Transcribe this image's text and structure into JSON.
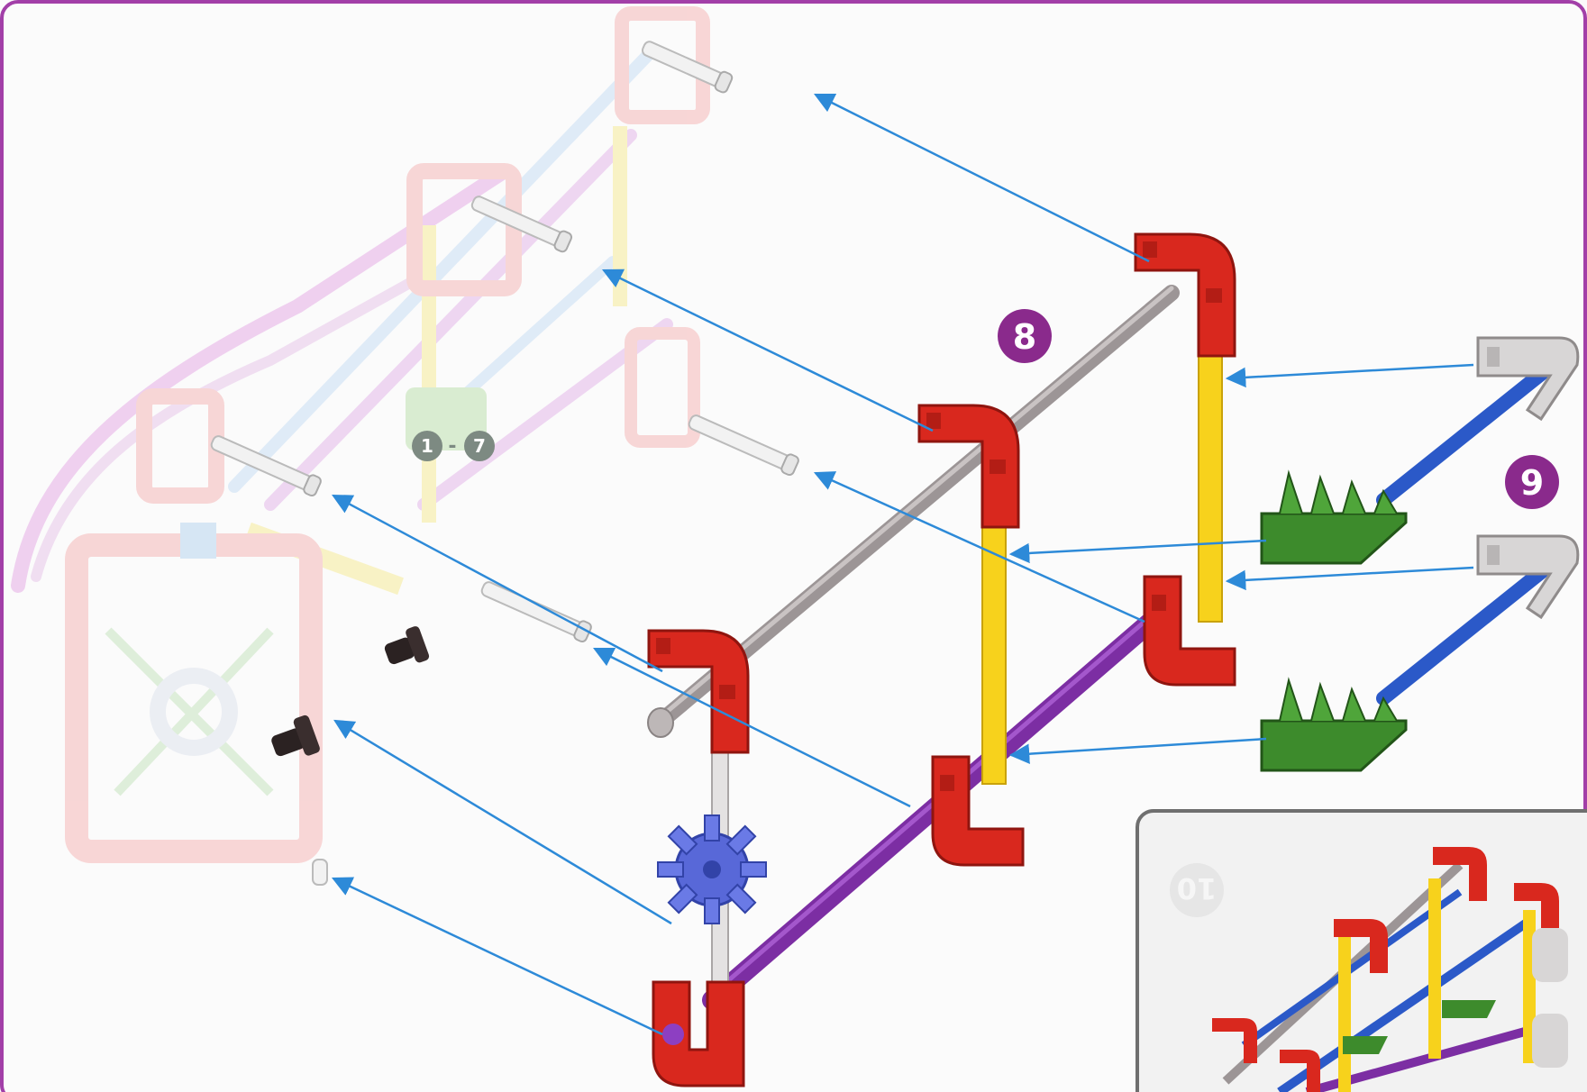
{
  "steps": {
    "completed_range": {
      "from": "1",
      "separator": "-",
      "to": "7"
    },
    "step_8": "8",
    "step_9": "9",
    "step_10_preview": "10"
  },
  "colors": {
    "border_purple": "#a23fa8",
    "badge_purple": "#8a2a8c",
    "arrow_blue": "#2d8ad8",
    "connector_red": "#d9281e",
    "rod_grey": "#9c9596",
    "rod_yellow": "#f7d21c",
    "rod_purple": "#7c2ea3",
    "rod_blue": "#2b59c8",
    "connector_green": "#3d8b2c",
    "connector_light_grey": "#d8d6d6",
    "gear_blue": "#5868d8",
    "spacer_black": "#2b2222",
    "faded_pink": "#f7c6c6"
  },
  "icons": [
    "red-corner-connector-icon",
    "green-corner-connector-icon",
    "grey-connector-icon",
    "gear-icon",
    "black-spacer-icon",
    "connector-arrow-icon"
  ]
}
